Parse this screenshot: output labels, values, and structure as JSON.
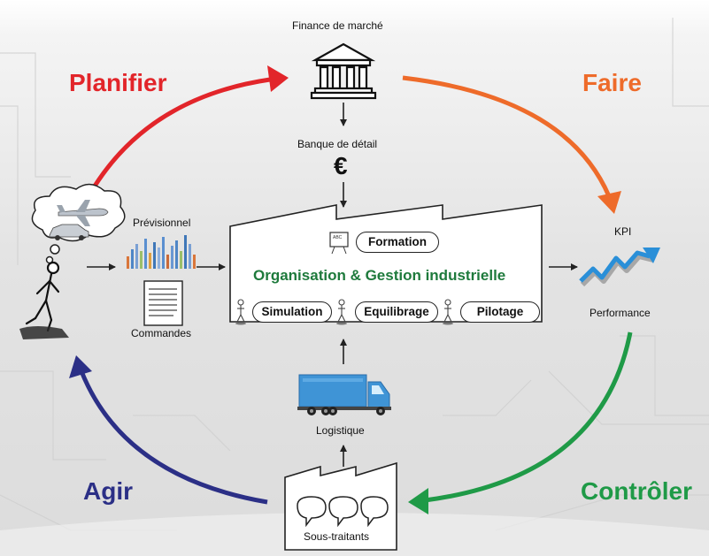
{
  "phases": {
    "planifier": {
      "label": "Planifier",
      "color": "#e2252a"
    },
    "faire": {
      "label": "Faire",
      "color": "#ee6b2a"
    },
    "controler": {
      "label": "Contrôler",
      "color": "#1f9a47"
    },
    "agir": {
      "label": "Agir",
      "color": "#2b2f86"
    }
  },
  "nodes": {
    "finance_marche": "Finance de marché",
    "banque_detail": "Banque de détail",
    "euro_symbol": "€",
    "previsionnel": "Prévisionnel",
    "commandes": "Commandes",
    "kpi": "KPI",
    "performance": "Performance",
    "logistique": "Logistique",
    "sous_traitants": "Sous-traitants"
  },
  "factory": {
    "title": "Organisation & Gestion industrielle",
    "title_color": "#1e7a3c",
    "formation": "Formation",
    "simulation": "Simulation",
    "equilibrage": "Equilibrage",
    "pilotage": "Pilotage",
    "board_text": "ABC"
  },
  "icons": [
    "bank-icon",
    "euro-icon",
    "thought-cloud-icon",
    "plane-icon",
    "car-icon",
    "stick-figure-icon",
    "bar-chart-icon",
    "document-icon",
    "growth-arrow-icon",
    "truck-icon",
    "factory-icon",
    "teacher-board-icon",
    "worker-icon"
  ]
}
